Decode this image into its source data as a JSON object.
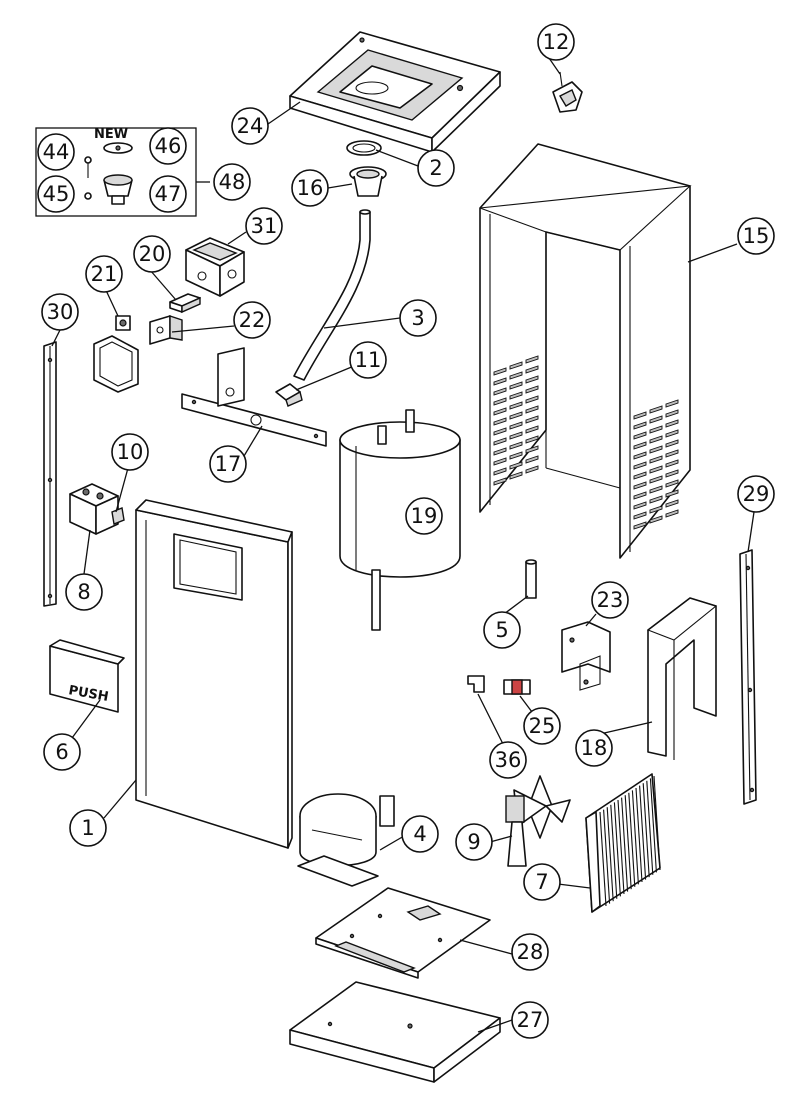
{
  "kit": {
    "label": "NEW"
  },
  "door": {
    "label": "PUSH"
  },
  "callouts": [
    {
      "id": "c1",
      "number": "1"
    },
    {
      "id": "c2",
      "number": "2"
    },
    {
      "id": "c3",
      "number": "3"
    },
    {
      "id": "c4",
      "number": "4"
    },
    {
      "id": "c5",
      "number": "5"
    },
    {
      "id": "c6",
      "number": "6"
    },
    {
      "id": "c7",
      "number": "7"
    },
    {
      "id": "c8",
      "number": "8"
    },
    {
      "id": "c9",
      "number": "9"
    },
    {
      "id": "c10",
      "number": "10"
    },
    {
      "id": "c11",
      "number": "11"
    },
    {
      "id": "c12",
      "number": "12"
    },
    {
      "id": "c15",
      "number": "15"
    },
    {
      "id": "c16",
      "number": "16"
    },
    {
      "id": "c17",
      "number": "17"
    },
    {
      "id": "c18",
      "number": "18"
    },
    {
      "id": "c19",
      "number": "19"
    },
    {
      "id": "c20",
      "number": "20"
    },
    {
      "id": "c21",
      "number": "21"
    },
    {
      "id": "c22",
      "number": "22"
    },
    {
      "id": "c23",
      "number": "23"
    },
    {
      "id": "c24",
      "number": "24"
    },
    {
      "id": "c25",
      "number": "25"
    },
    {
      "id": "c27",
      "number": "27"
    },
    {
      "id": "c28",
      "number": "28"
    },
    {
      "id": "c29",
      "number": "29"
    },
    {
      "id": "c30",
      "number": "30"
    },
    {
      "id": "c31",
      "number": "31"
    },
    {
      "id": "c36",
      "number": "36"
    },
    {
      "id": "c44",
      "number": "44"
    },
    {
      "id": "c45",
      "number": "45"
    },
    {
      "id": "c46",
      "number": "46"
    },
    {
      "id": "c47",
      "number": "47"
    },
    {
      "id": "c48",
      "number": "48"
    }
  ]
}
